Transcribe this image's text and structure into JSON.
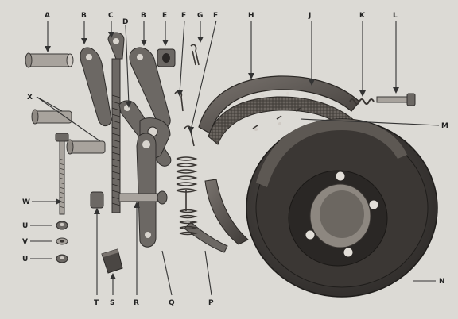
{
  "callouts": {
    "A": "A",
    "B1": "B",
    "C": "C",
    "D": "D",
    "B2": "B",
    "E": "E",
    "F1": "F",
    "G": "G",
    "F2": "F",
    "H": "H",
    "J": "J",
    "K": "K",
    "L": "L",
    "M": "M",
    "X": "X",
    "W": "W",
    "U1": "U",
    "V": "V",
    "U2": "U",
    "T": "T",
    "S": "S",
    "R": "R",
    "Q": "Q",
    "P": "P",
    "N": "N"
  }
}
